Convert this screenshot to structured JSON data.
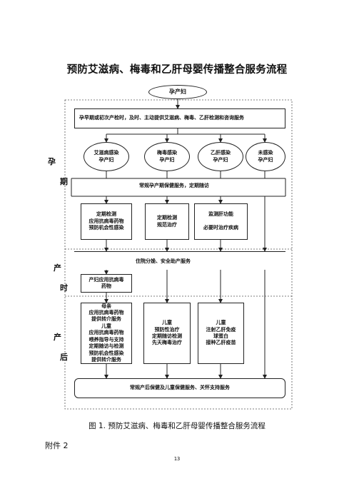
{
  "title": "预防艾滋病、梅毒和乙肝母婴传播整合服务流程",
  "start": "孕产妇",
  "first_visit": "孕早期或初次产检时，及时、主动提供艾滋病、梅毒、乙肝检测和咨询服务",
  "groups": [
    {
      "label": "艾滋病感染\n孕产妇"
    },
    {
      "label": "梅毒感染\n孕产妇"
    },
    {
      "label": "乙肝感染\n孕产妇"
    },
    {
      "label": "未感染\n孕产妇"
    }
  ],
  "routine_prenatal": "常规孕产期保健服务，定期随访",
  "prenatal_boxes": [
    "定期检测\n应用抗病毒药物\n预防机会性感染",
    "定期检测\n规范治疗",
    "监测肝功能\n\n必要时治疗疾病"
  ],
  "delivery": "住院分娩、安全助产服务",
  "delivery_arv": "产妇应用抗病毒\n药物",
  "postnatal_boxes": [
    "母亲\n应用抗病毒药物\n提供转介服务\n儿童\n应用抗病毒药物\n喂养指导与支持\n定期随访与检测\n预防机会性感染\n提供转介服务",
    "儿童\n预防性治疗\n定期随访检测\n先天梅毒治疗",
    "儿童\n注射乙肝免疫\n球蛋白\n接种乙肝疫苗"
  ],
  "final": "常规产后保健及儿童保健服务、关怀支持服务",
  "stages": {
    "pregnancy": [
      "孕",
      "期"
    ],
    "delivery": [
      "产",
      "时"
    ],
    "postnatal": [
      "产",
      "后"
    ]
  },
  "caption": "图 1. 预防艾滋病、梅毒和乙肝母婴传播整合服务流程",
  "attachment": "附件 2",
  "page_number": "13"
}
